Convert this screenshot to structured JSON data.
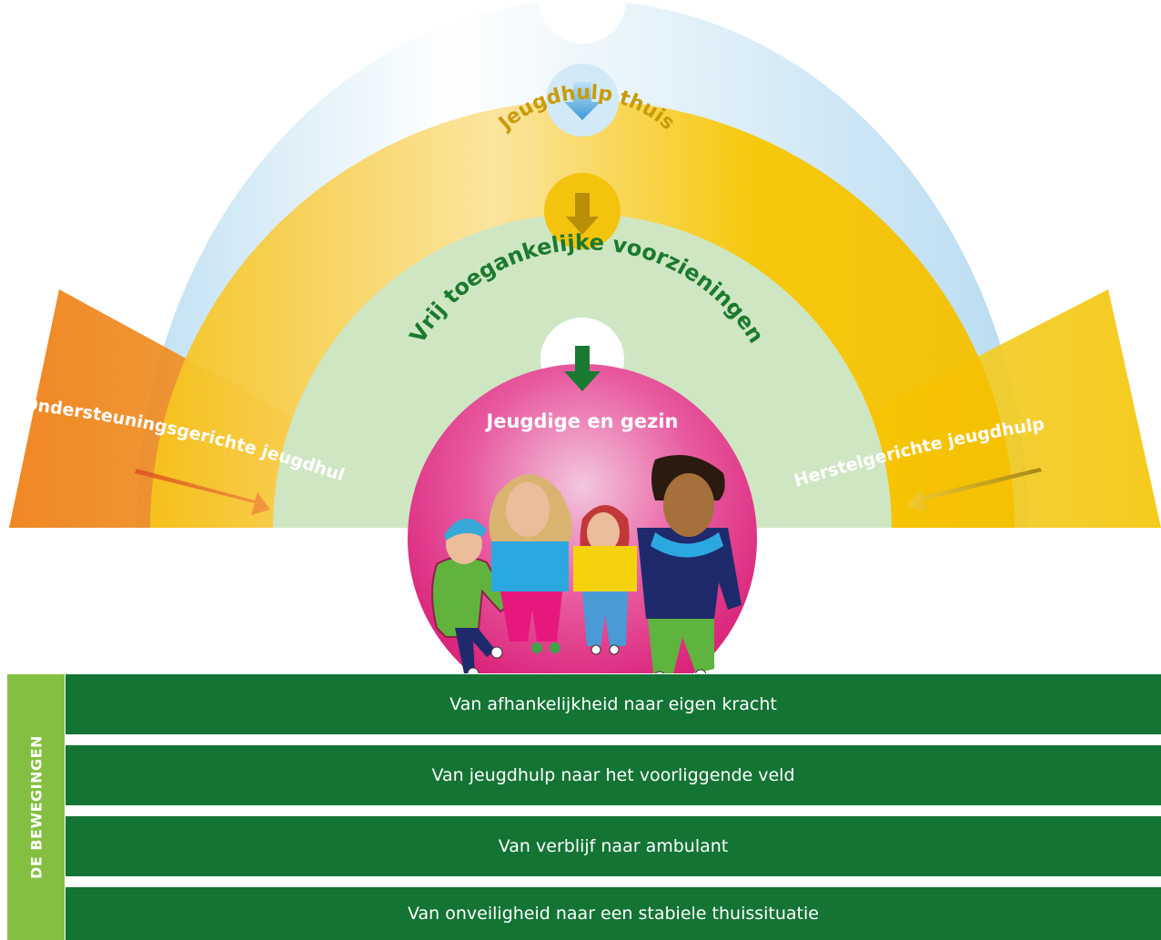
{
  "diagram": {
    "center_label": "Jeugdige en gezin",
    "arc_green_label": "Vrij toegankelijke voorzieningen",
    "arc_yellow_label": "Jeugdhulp thuis",
    "left_fan_label": "Ondersteuningsgerichte jeugdhulp",
    "right_fan_label": "Herstelgerichte jeugdhulp",
    "figures": [
      "boy-with-beanie",
      "blonde-girl",
      "red-haired-girl",
      "teen-boy-in-hoodie"
    ]
  },
  "movements": {
    "side_label": "DE BEWEGINGEN",
    "rows": [
      "Van afhankelijkheid naar eigen kracht",
      "Van jeugdhulp naar het voorliggende veld",
      "Van verblijf naar ambulant",
      "Van onveiligheid naar een stabiele thuissituatie"
    ]
  },
  "colors": {
    "orange": "#ee8c1a",
    "yellow": "#f7c500",
    "light_green": "#cfe6c3",
    "pink": "#e4317f",
    "dark_green": "#137434",
    "lime": "#84bf41",
    "sky_blue": "#c8e5f5"
  }
}
